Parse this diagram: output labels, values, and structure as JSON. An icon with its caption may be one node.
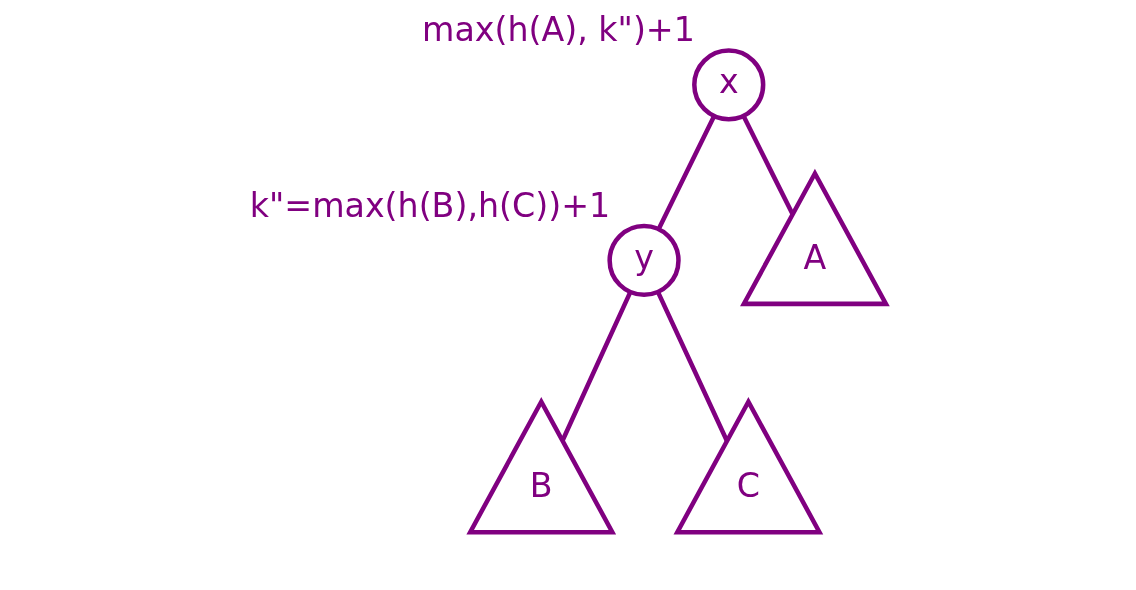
{
  "diagram": {
    "nodes": [
      {
        "text": [
          "x"
        ],
        "beside": [
          "max(h(A), k\")+1"
        ]
      },
      {
        "text": [
          "y"
        ],
        "beside": [
          "k\"=max(h(B),h(C))+1"
        ]
      },
      {
        "text": [
          "A"
        ]
      },
      {
        "text": [
          "B"
        ]
      },
      {
        "text": [
          "C"
        ]
      }
    ],
    "edges": [
      {
        "from": 0,
        "to": 2,
        "arrow": "none"
      },
      {
        "from": 0,
        "to": 1,
        "arrow": "none"
      },
      {
        "from": 1,
        "to": 3,
        "arrow": "none"
      },
      {
        "from": 1,
        "to": 4,
        "arrow": "none"
      }
    ]
  }
}
